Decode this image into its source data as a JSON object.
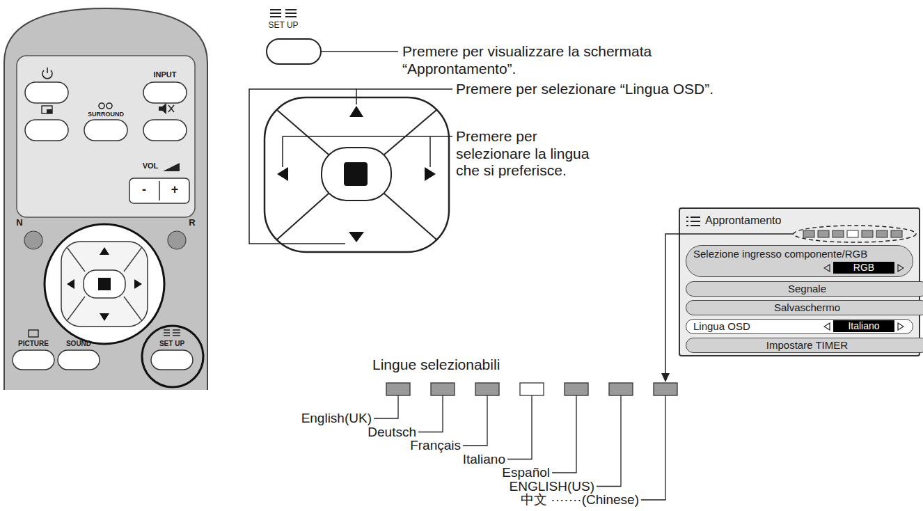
{
  "diagram": {
    "nodes": [
      {
        "text": [
          "Approntamento"
        ]
      },
      {
        "text": [
          "Selezione ingresso componente/RGB",
          "RGB"
        ],
        "in": 0
      },
      {
        "text": [
          "Segnale"
        ],
        "in": 0
      },
      {
        "text": [
          "Salvaschermo"
        ],
        "in": 0
      },
      {
        "text": [
          "Lingua OSD",
          "Italiano"
        ],
        "in": 0
      },
      {
        "text": [
          "Impostare TIMER"
        ],
        "in": 0
      }
    ],
    "labels": [
      "INPUT",
      "SURROUND",
      "VOL",
      "-",
      "+",
      "N",
      "R",
      "PICTURE",
      "SOUND",
      "SET UP",
      "SET UP",
      "Premere per visualizzare la schermata “Approntamento”.",
      "Premere per selezionare “Lingua OSD”.",
      "Premere per selezionare la lingua che si preferisce.",
      "Lingue selezionabili",
      "English(UK)",
      "Deutsch",
      "Français",
      "Italiano",
      "Español",
      "ENGLISH(US)",
      "中文 ·······(Chinese)"
    ]
  }
}
